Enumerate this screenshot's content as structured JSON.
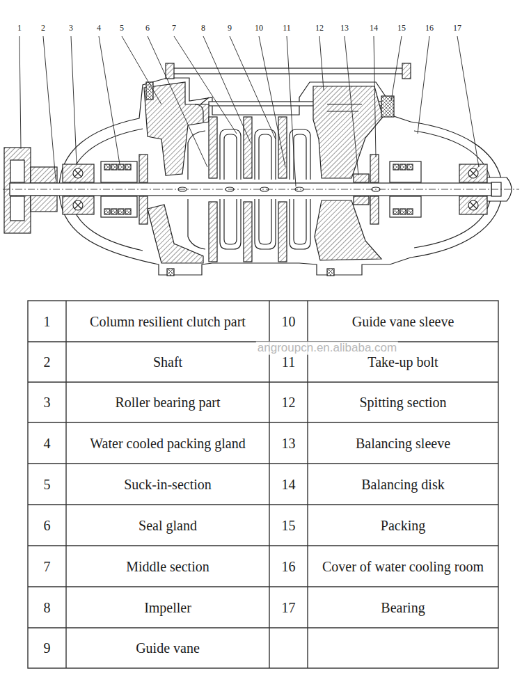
{
  "diagram": {
    "labels": [
      "1",
      "2",
      "3",
      "4",
      "5",
      "6",
      "7",
      "8",
      "9",
      "10",
      "11",
      "12",
      "13",
      "14",
      "15",
      "16",
      "17",
      "1",
      "Column resilient clutch part",
      "10",
      "Guide vane sleeve",
      "2",
      "Shaft",
      "11",
      "Take-up bolt",
      "3",
      "Roller bearing part",
      "12",
      "Spitting section",
      "4",
      "Water cooled packing gland",
      "13",
      "Balancing sleeve",
      "5",
      "Suck-in-section",
      "14",
      "Balancing disk",
      "6",
      "Seal gland",
      "15",
      "Packing",
      "7",
      "Middle section",
      "16",
      "Cover of water cooling room",
      "8",
      "Impeller",
      "17",
      "Bearing",
      "9",
      "Guide vane",
      "angroupcn.en.alibaba.com"
    ]
  }
}
